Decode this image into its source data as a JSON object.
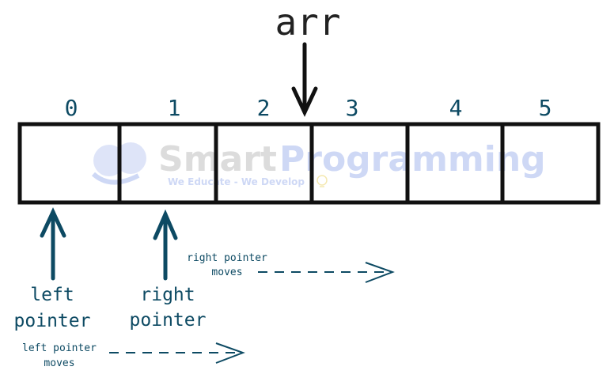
{
  "title": "arr",
  "indices": [
    "0",
    "1",
    "2",
    "3",
    "4",
    "5"
  ],
  "left_pointer": {
    "label_line1": "left",
    "label_line2": "pointer",
    "note_line1": "left pointer",
    "note_line2": "moves"
  },
  "right_pointer": {
    "label_line1": "right",
    "label_line2": "pointer",
    "note_line1": "right pointer",
    "note_line2": "moves"
  },
  "watermark": {
    "name_part1": "Smart",
    "name_part2": "Programming",
    "tagline": "We Educate - We Develop"
  },
  "colors": {
    "title": "#222222",
    "box_stroke": "#111111",
    "pointer": "#0d4a63",
    "watermark_blue": "#c9d4f5",
    "watermark_gray": "#d9d9d9"
  }
}
